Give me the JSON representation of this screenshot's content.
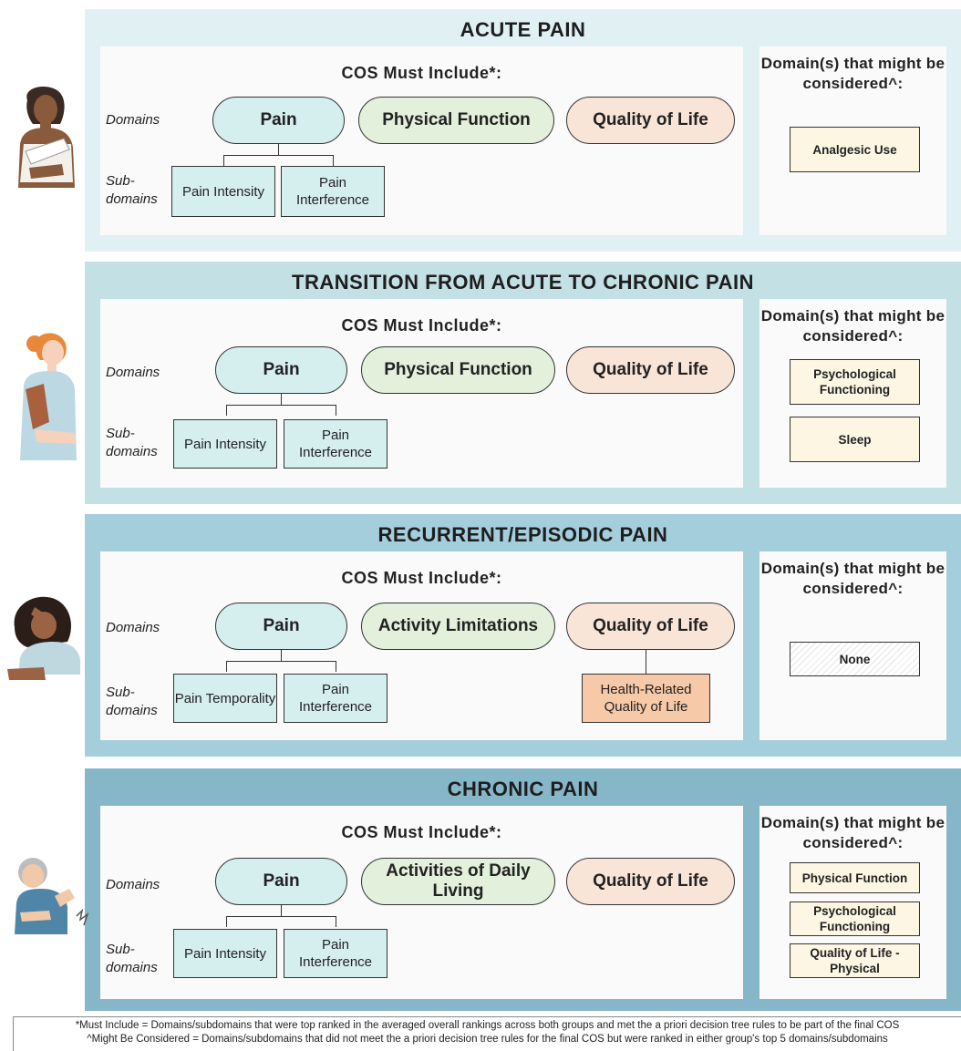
{
  "labels": {
    "cos_title": "COS Must Include*:",
    "side_title": "Domain(s) that might be considered^:",
    "domains": "Domains",
    "subdomains": "Sub-domains"
  },
  "panels": [
    {
      "title": "ACUTE PAIN",
      "pain": "Pain",
      "second": "Physical Function",
      "quality": "Quality of Life",
      "subs": [
        "Pain Intensity",
        "Pain Interference"
      ],
      "quality_sub": "",
      "considered": [
        "Analgesic Use"
      ]
    },
    {
      "title": "TRANSITION FROM ACUTE TO CHRONIC PAIN",
      "pain": "Pain",
      "second": "Physical Function",
      "quality": "Quality of Life",
      "subs": [
        "Pain Intensity",
        "Pain Interference"
      ],
      "quality_sub": "",
      "considered": [
        "Psychological Functioning",
        "Sleep"
      ]
    },
    {
      "title": "RECURRENT/EPISODIC PAIN",
      "pain": "Pain",
      "second": "Activity Limitations",
      "quality": "Quality of Life",
      "subs": [
        "Pain Temporality",
        "Pain Interference"
      ],
      "quality_sub": "Health-Related Quality of Life",
      "considered": [
        "None"
      ]
    },
    {
      "title": "CHRONIC PAIN",
      "pain": "Pain",
      "second": "Activities of Daily Living",
      "quality": "Quality of Life",
      "subs": [
        "Pain Intensity",
        "Pain Interference"
      ],
      "quality_sub": "",
      "considered": [
        "Physical Function",
        "Psychological Functioning",
        "Quality of Life - Physical"
      ]
    }
  ],
  "colors": {
    "panel_bg": [
      "#e1f1f3",
      "#c3e0e5",
      "#a4cedb",
      "#86b7c8"
    ],
    "pain": "#d5efee",
    "function": "#e3f0db",
    "quality": "#f9e4d8",
    "hrql": "#f6c9a8",
    "considered": "#fdf6e3"
  },
  "footnote": {
    "line1": "*Must Include = Domains/subdomains that were top ranked in the averaged overall rankings across both groups and met the a priori decision tree rules to be part of the final COS",
    "line2": "^Might Be Considered = Domains/subdomains that did not meet the a priori decision tree rules for the final COS but were ranked in either group's top 5 domains/subdomains"
  }
}
